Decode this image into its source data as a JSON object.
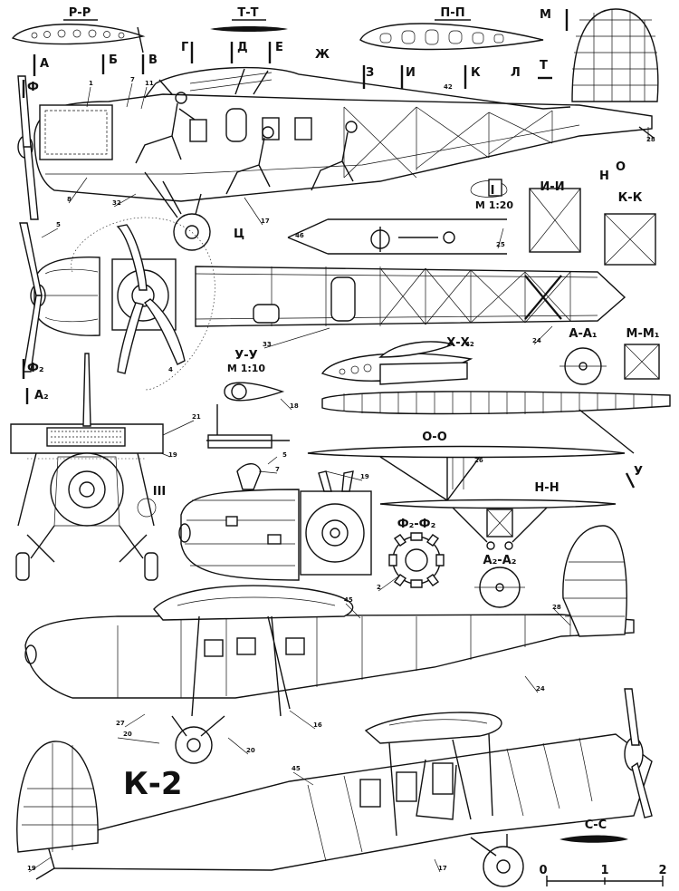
{
  "title": "К-2",
  "sections": {
    "rr": "Р-Р",
    "tt": "Т-Т",
    "pp": "П-П",
    "ii": "И-И",
    "kk": "К-К",
    "xx": "Х-Х",
    "aa1": "А-А₁",
    "mm1": "М-М₁",
    "uu": "У-У",
    "oo": "О-О",
    "nn": "Н-Н",
    "f2f2": "Ф₂-Ф₂",
    "a2a2": "А₂-А₂",
    "cc": "С-С",
    "detail_i": "I",
    "detail_iii": "III"
  },
  "scales": {
    "detail_i": "М 1:20",
    "uu": "М 1:10"
  },
  "cut_letters": [
    "А",
    "Б",
    "В",
    "Г",
    "Д",
    "Е",
    "Ж",
    "З",
    "И",
    "К",
    "Л",
    "М",
    "Т",
    "Ф",
    "Ф₂",
    "А₂",
    "Ц",
    "Н",
    "О",
    "У"
  ],
  "callouts": [
    "1",
    "2",
    "4",
    "5",
    "7",
    "8",
    "11",
    "16",
    "17",
    "18",
    "19",
    "20",
    "21",
    "24",
    "25",
    "26",
    "27",
    "28",
    "32",
    "33",
    "42",
    "45",
    "46"
  ],
  "scale_bar": {
    "ticks": [
      "0",
      "1",
      "2"
    ]
  }
}
